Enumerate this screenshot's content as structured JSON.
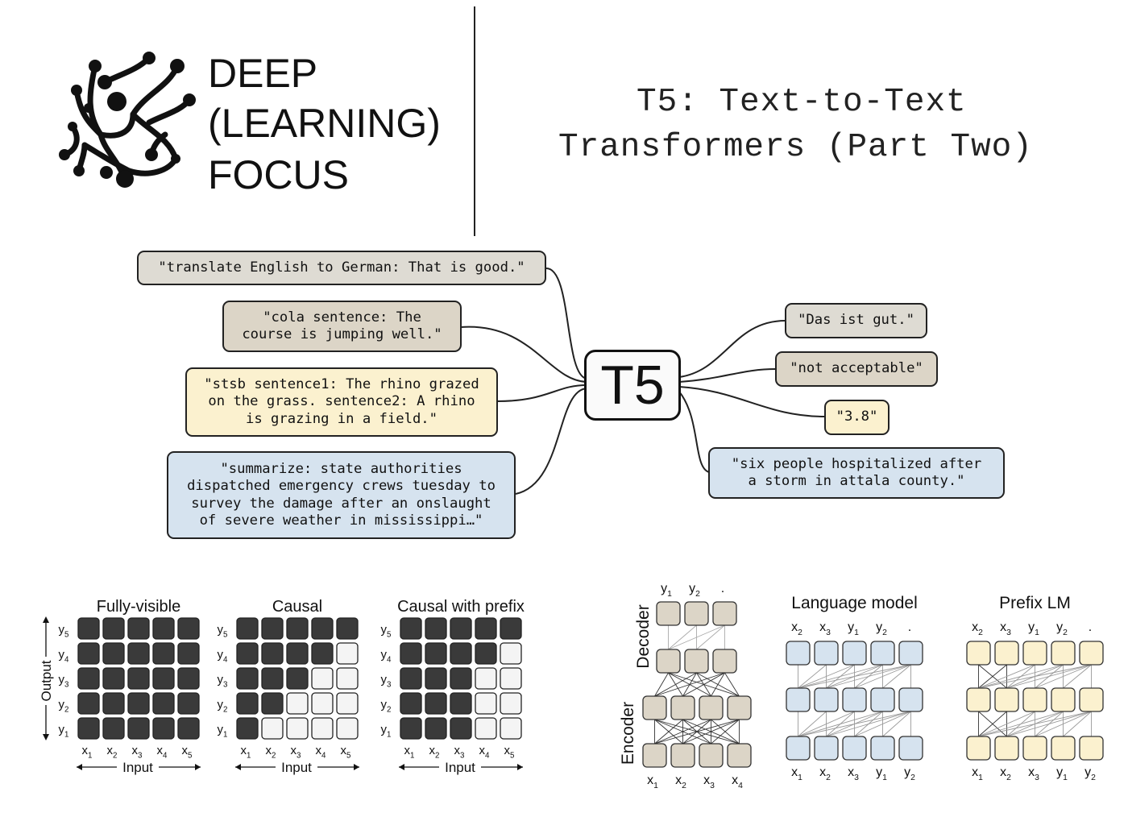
{
  "brand": {
    "line1": "DEEP",
    "line2": "(LEARNING)",
    "line3": "FOCUS"
  },
  "title": {
    "line1": "T5: Text-to-Text",
    "line2": "Transformers (Part Two)"
  },
  "center_label": "T5",
  "inputs": [
    {
      "text": "\"translate English to German: That is good.\"",
      "color": "#dedbd3"
    },
    {
      "text": "\"cola sentence: The\ncourse is jumping well.\"",
      "color": "#dcd5c7"
    },
    {
      "text": "\"stsb sentence1: The rhino grazed\non the grass. sentence2: A rhino\nis grazing in a field.\"",
      "color": "#fbf1cf"
    },
    {
      "text": "\"summarize: state authorities\ndispatched emergency crews tuesday to\nsurvey the damage after an onslaught\nof severe weather in mississippi…\"",
      "color": "#d6e3ef"
    }
  ],
  "outputs": [
    {
      "text": "\"Das ist gut.\"",
      "color": "#dedbd3"
    },
    {
      "text": "\"not acceptable\"",
      "color": "#dcd5c7"
    },
    {
      "text": "\"3.8\"",
      "color": "#fbf1cf"
    },
    {
      "text": "\"six people hospitalized after\na storm in attala county.\"",
      "color": "#d6e3ef"
    }
  ],
  "mask_panels": {
    "titles": [
      "Fully-visible",
      "Causal",
      "Causal with prefix"
    ],
    "output_label": "Output",
    "input_label": "Input",
    "row_labels": [
      "y5",
      "y4",
      "y3",
      "y2",
      "y1"
    ],
    "col_labels": [
      "x1",
      "x2",
      "x3",
      "x4",
      "x5"
    ]
  },
  "arch_panels": {
    "encoder_decoder": {
      "encoder_label": "Encoder",
      "decoder_label": "Decoder",
      "top_labels": [
        "y1",
        "y2",
        "."
      ],
      "bottom_labels": [
        "x1",
        "x2",
        "x3",
        "x4"
      ]
    },
    "language_model": {
      "title": "Language model",
      "top_labels": [
        "x2",
        "x3",
        "y1",
        "y2",
        "."
      ],
      "bottom_labels": [
        "x1",
        "x2",
        "x3",
        "y1",
        "y2"
      ]
    },
    "prefix_lm": {
      "title": "Prefix LM",
      "top_labels": [
        "x2",
        "x3",
        "y1",
        "y2",
        "."
      ],
      "bottom_labels": [
        "x1",
        "x2",
        "x3",
        "y1",
        "y2"
      ]
    }
  },
  "colors": {
    "dark_cell": "#3a3a3a",
    "light_cell": "#f4f4f4",
    "encdec_node": "#dcd5c7",
    "lm_node": "#d6e3ef",
    "prefix_node": "#fbf1cf"
  }
}
